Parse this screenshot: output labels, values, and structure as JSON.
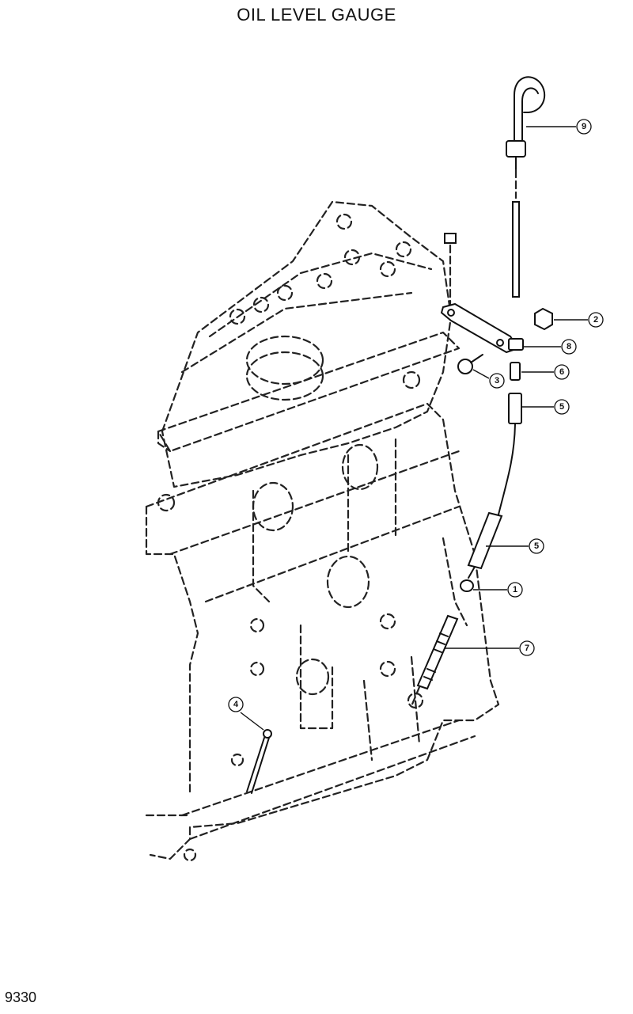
{
  "title": "OIL LEVEL GAUGE",
  "page_number": "9330",
  "callouts": [
    {
      "id": "9",
      "label": "9"
    },
    {
      "id": "2",
      "label": "2"
    },
    {
      "id": "8",
      "label": "8"
    },
    {
      "id": "3",
      "label": "3"
    },
    {
      "id": "6",
      "label": "6"
    },
    {
      "id": "5a",
      "label": "5"
    },
    {
      "id": "5b",
      "label": "5"
    },
    {
      "id": "1",
      "label": "1"
    },
    {
      "id": "7",
      "label": "7"
    },
    {
      "id": "4",
      "label": "4"
    }
  ]
}
